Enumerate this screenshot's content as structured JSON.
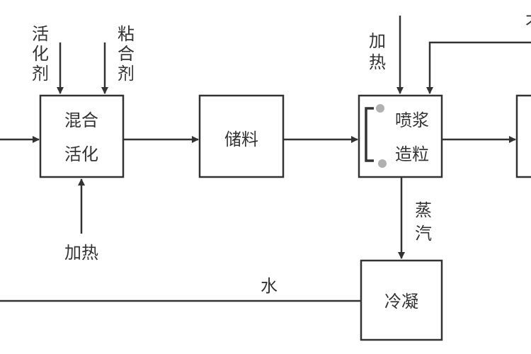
{
  "boxes": {
    "mix": {
      "line1": "混合",
      "line2": "活化"
    },
    "storage": {
      "label": "储料"
    },
    "spray": {
      "line1": "喷浆",
      "line2": "造粒"
    },
    "condense": {
      "label": "冷凝"
    }
  },
  "labels": {
    "activator": [
      "活",
      "化",
      "剂"
    ],
    "binder": [
      "粘",
      "合",
      "剂"
    ],
    "heat_bottom": "加热",
    "heat_top": [
      "加",
      "热"
    ],
    "steam": [
      "蒸",
      "汽"
    ],
    "water": "水",
    "top_right_cut": "不"
  },
  "colors": {
    "line": "#333333",
    "nozzle": "#b0b0b0"
  }
}
